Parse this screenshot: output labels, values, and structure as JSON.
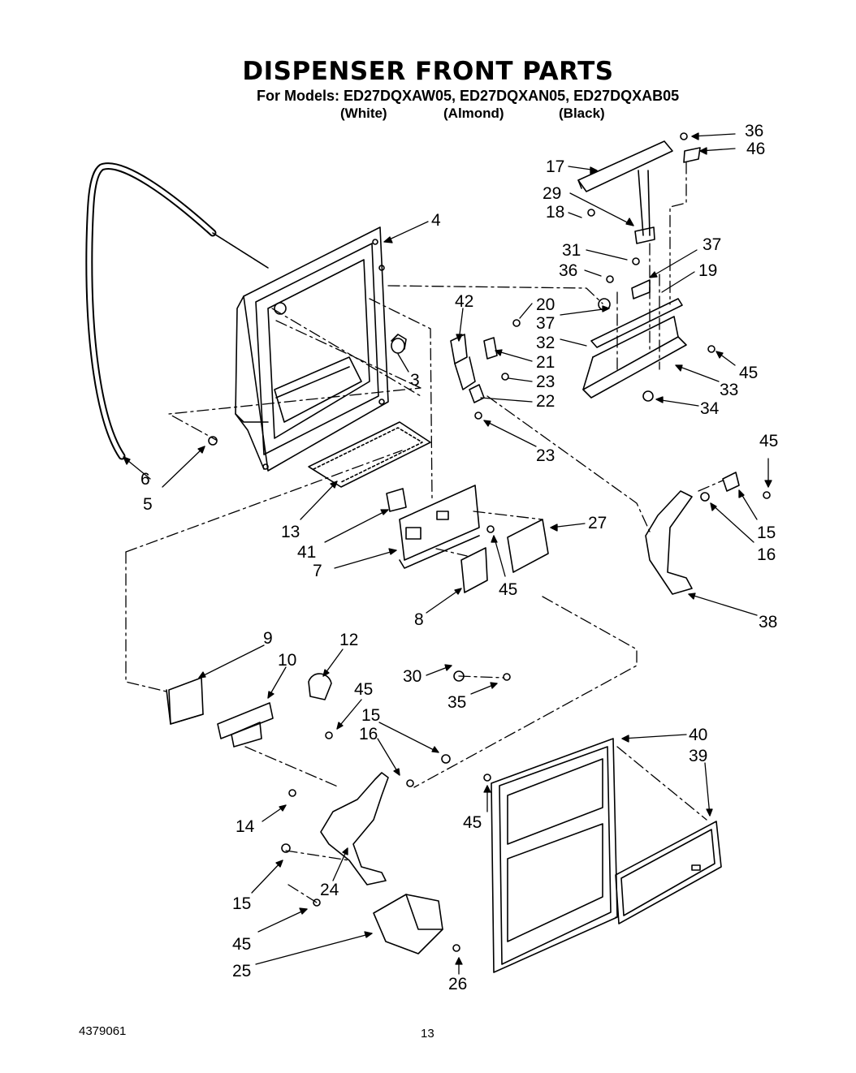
{
  "header": {
    "title": "DISPENSER FRONT PARTS",
    "models_line": "For Models: ED27DQXAW05, ED27DQXAN05, ED27DQXAB05",
    "variants": [
      "(White)",
      "(Almond)",
      "(Black)"
    ]
  },
  "callouts": [
    "36",
    "46",
    "17",
    "29",
    "18",
    "31",
    "37",
    "36",
    "19",
    "4",
    "42",
    "20",
    "37",
    "21",
    "32",
    "45",
    "33",
    "3",
    "23",
    "22",
    "34",
    "23",
    "6",
    "5",
    "13",
    "41",
    "27",
    "7",
    "45",
    "8",
    "45",
    "15",
    "16",
    "38",
    "9",
    "12",
    "10",
    "30",
    "45",
    "35",
    "15",
    "16",
    "40",
    "39",
    "14",
    "45",
    "24",
    "15",
    "45",
    "25",
    "26"
  ],
  "footer": {
    "doc_number": "4379061",
    "page_number": "13"
  }
}
